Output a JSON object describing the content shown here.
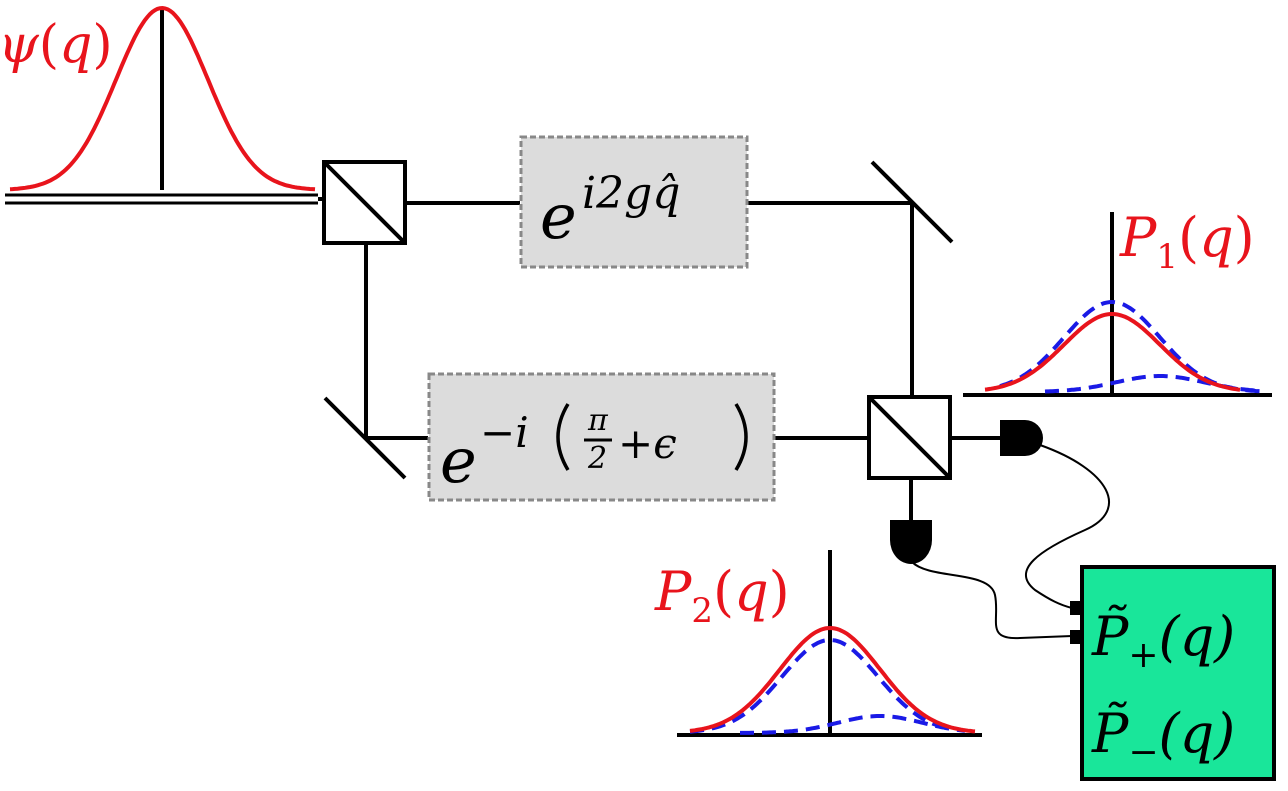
{
  "labels": {
    "input_state": {
      "sym": "ψ",
      "open": "(",
      "arg": "q",
      "close": ")"
    },
    "output_1": {
      "sym": "P",
      "sub": "1",
      "open": "(",
      "arg": "q",
      "close": ")"
    },
    "output_2": {
      "sym": "P",
      "sub": "2",
      "open": "(",
      "arg": "q",
      "close": ")"
    }
  },
  "operators": {
    "upper_arm": {
      "base": "e",
      "exponent": "i2gq̂"
    },
    "lower_arm": {
      "base": "e",
      "sign": "−i",
      "frac_num": "π",
      "frac_den": "2",
      "plus_eps": "+ϵ"
    }
  },
  "processor": {
    "plus": {
      "sym": "P̃",
      "sub": "+",
      "arg": "(q)"
    },
    "minus": {
      "sym": "P̃",
      "sub": "−",
      "arg": "(q)"
    }
  },
  "colors": {
    "beam": "#000000",
    "input_wavefunction": "#e8141c",
    "dashed_components": "#1a1ae6",
    "operator_box_fill": "#dcdcdc",
    "operator_box_border": "#888888",
    "processor_box_fill": "#19e69a",
    "detector": "#000000"
  }
}
